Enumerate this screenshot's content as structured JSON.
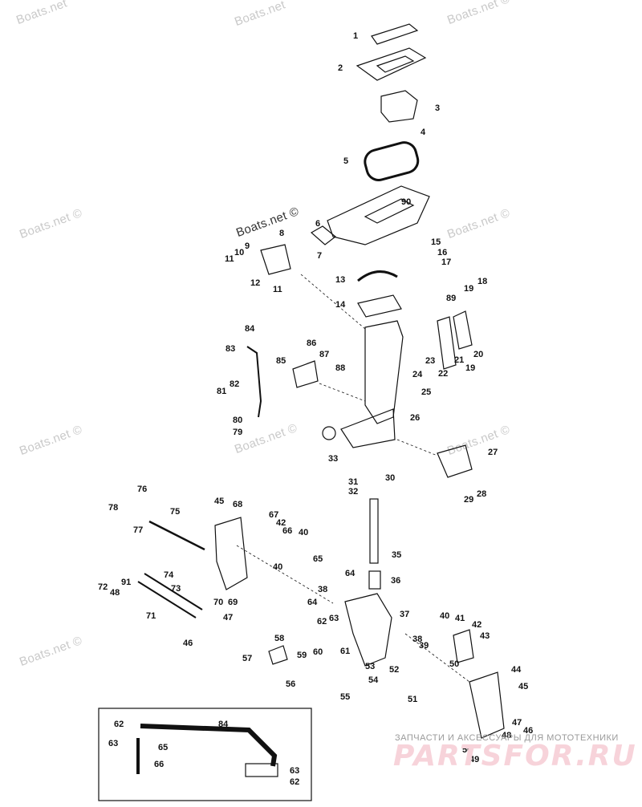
{
  "watermarks": [
    "Boats.net",
    "Boats.net",
    "Boats.net ©",
    "Boats.net ©",
    "Boats.net ©",
    "Boats.net ©",
    "Boats.net ©",
    "Boats.net ©",
    "Boats.net ©",
    "Boats.net ©"
  ],
  "brand": {
    "subtitle": "ЗАПЧАСТИ И АКСЕССУАРЫ ДЛЯ МОТОТЕХНИКИ",
    "logo": "PARTSFOR.RU"
  },
  "colors": {
    "line": "#111111",
    "watermark": "#c9c9c9",
    "brand_logo": "#f7d3da"
  },
  "callouts": [
    "1",
    "2",
    "3",
    "4",
    "5",
    "6",
    "90",
    "7",
    "8",
    "9",
    "10",
    "11",
    "12",
    "11",
    "15",
    "16",
    "17",
    "13",
    "14",
    "89",
    "18",
    "19",
    "20",
    "21",
    "19",
    "22",
    "23",
    "24",
    "25",
    "26",
    "84",
    "83",
    "82",
    "81",
    "86",
    "85",
    "87",
    "88",
    "80",
    "79",
    "33",
    "27",
    "28",
    "29",
    "30",
    "31",
    "32",
    "76",
    "78",
    "77",
    "75",
    "45",
    "68",
    "67",
    "42",
    "66",
    "40",
    "65",
    "40",
    "35",
    "36",
    "72",
    "48",
    "91",
    "74",
    "73",
    "70",
    "69",
    "71",
    "47",
    "46",
    "64",
    "38",
    "64",
    "37",
    "62",
    "63",
    "58",
    "59",
    "60",
    "61",
    "53",
    "52",
    "54",
    "55",
    "56",
    "57",
    "38",
    "39",
    "40",
    "41",
    "42",
    "43",
    "50",
    "44",
    "45",
    "51",
    "47",
    "46",
    "48",
    "50",
    "49",
    "62",
    "84",
    "63",
    "65",
    "66",
    "63",
    "62"
  ]
}
